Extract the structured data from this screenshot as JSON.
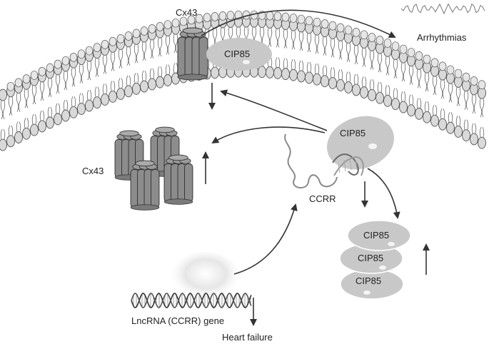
{
  "labels": {
    "cx43_membrane": "Cx43",
    "cip85_membrane": "CIP85",
    "arrhythmias": "Arrhythmias",
    "cx43_internal": "Cx43",
    "cip85_bound": "CIP85",
    "ccrr": "CCRR",
    "cip85_stack": [
      "CIP85",
      "CIP85",
      "CIP85"
    ],
    "lncrna_gene": "LncRNA (CCRR) gene",
    "heart_failure": "Heart failure"
  },
  "colors": {
    "lipid_head_fill": "#d9d9d9",
    "lipid_head_stroke": "#555555",
    "channel_fill": "#8c8c8c",
    "protein_fill": "#c8c8c8",
    "arrow": "#333333"
  }
}
